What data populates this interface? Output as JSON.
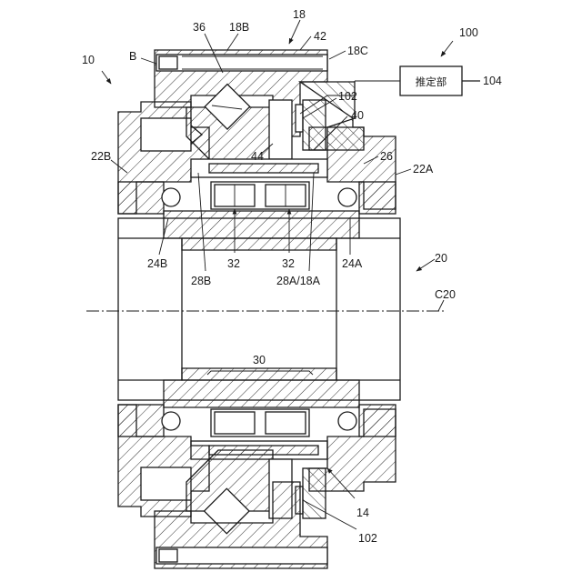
{
  "figure": {
    "estimator_box_text": "推定部",
    "labels": {
      "l100": "100",
      "l10": "10",
      "lB": "B",
      "l36": "36",
      "l18B": "18B",
      "l18": "18",
      "l42": "42",
      "l18C": "18C",
      "l104": "104",
      "l102_top": "102",
      "l40": "40",
      "l44": "44",
      "l26": "26",
      "l22A": "22A",
      "l22B": "22B",
      "l24B": "24B",
      "l28B": "28B",
      "l32a": "32",
      "l32b": "32",
      "l28A18A": "28A/18A",
      "l24A": "24A",
      "l20": "20",
      "lC20": "C20",
      "l30": "30",
      "l14": "14",
      "l102_bottom": "102"
    }
  }
}
